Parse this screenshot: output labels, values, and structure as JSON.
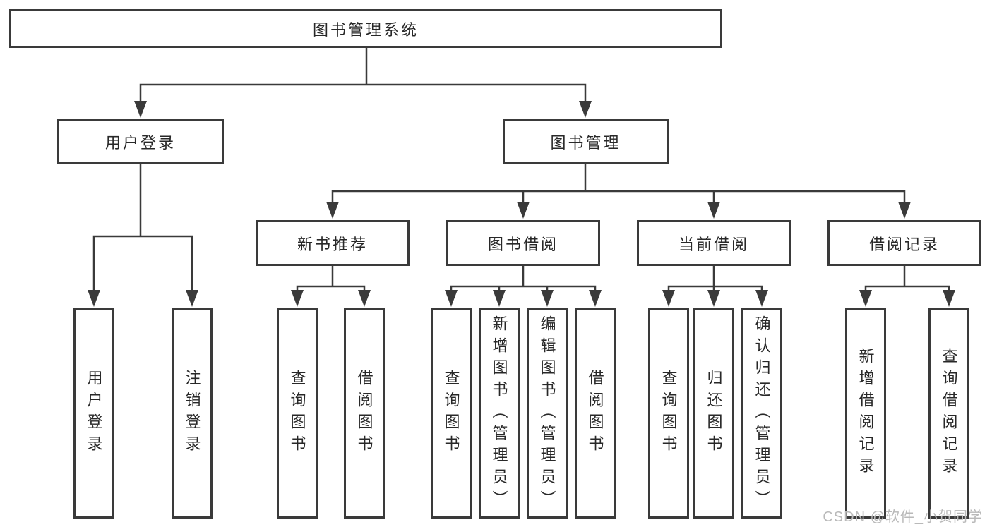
{
  "diagram": {
    "type": "hierarchy-tree",
    "tree": {
      "root": {
        "label": "图书管理系统",
        "children": [
          {
            "label": "用户登录",
            "children": [
              {
                "label": "用户登录"
              },
              {
                "label": "注销登录"
              }
            ]
          },
          {
            "label": "图书管理",
            "children": [
              {
                "label": "新书推荐",
                "children": [
                  {
                    "label": "查询图书"
                  },
                  {
                    "label": "借阅图书"
                  }
                ]
              },
              {
                "label": "图书借阅",
                "children": [
                  {
                    "label": "查询图书"
                  },
                  {
                    "label": "新增图书（管理员）"
                  },
                  {
                    "label": "编辑图书（管理员）"
                  },
                  {
                    "label": "借阅图书"
                  }
                ]
              },
              {
                "label": "当前借阅",
                "children": [
                  {
                    "label": "查询图书"
                  },
                  {
                    "label": "归还图书"
                  },
                  {
                    "label": "确认归还（管理员）"
                  }
                ]
              },
              {
                "label": "借阅记录",
                "children": [
                  {
                    "label": "新增借阅记录"
                  },
                  {
                    "label": "查询借阅记录"
                  }
                ]
              }
            ]
          }
        ]
      }
    },
    "colors": {
      "line": "#3a3a3a",
      "box_border": "#3a3a3a",
      "box_fill": "#ffffff",
      "text": "#282828",
      "background": "#ffffff",
      "watermark_text": "#b9b9b9"
    }
  },
  "watermark": "CSDN @软件_小贺同学"
}
